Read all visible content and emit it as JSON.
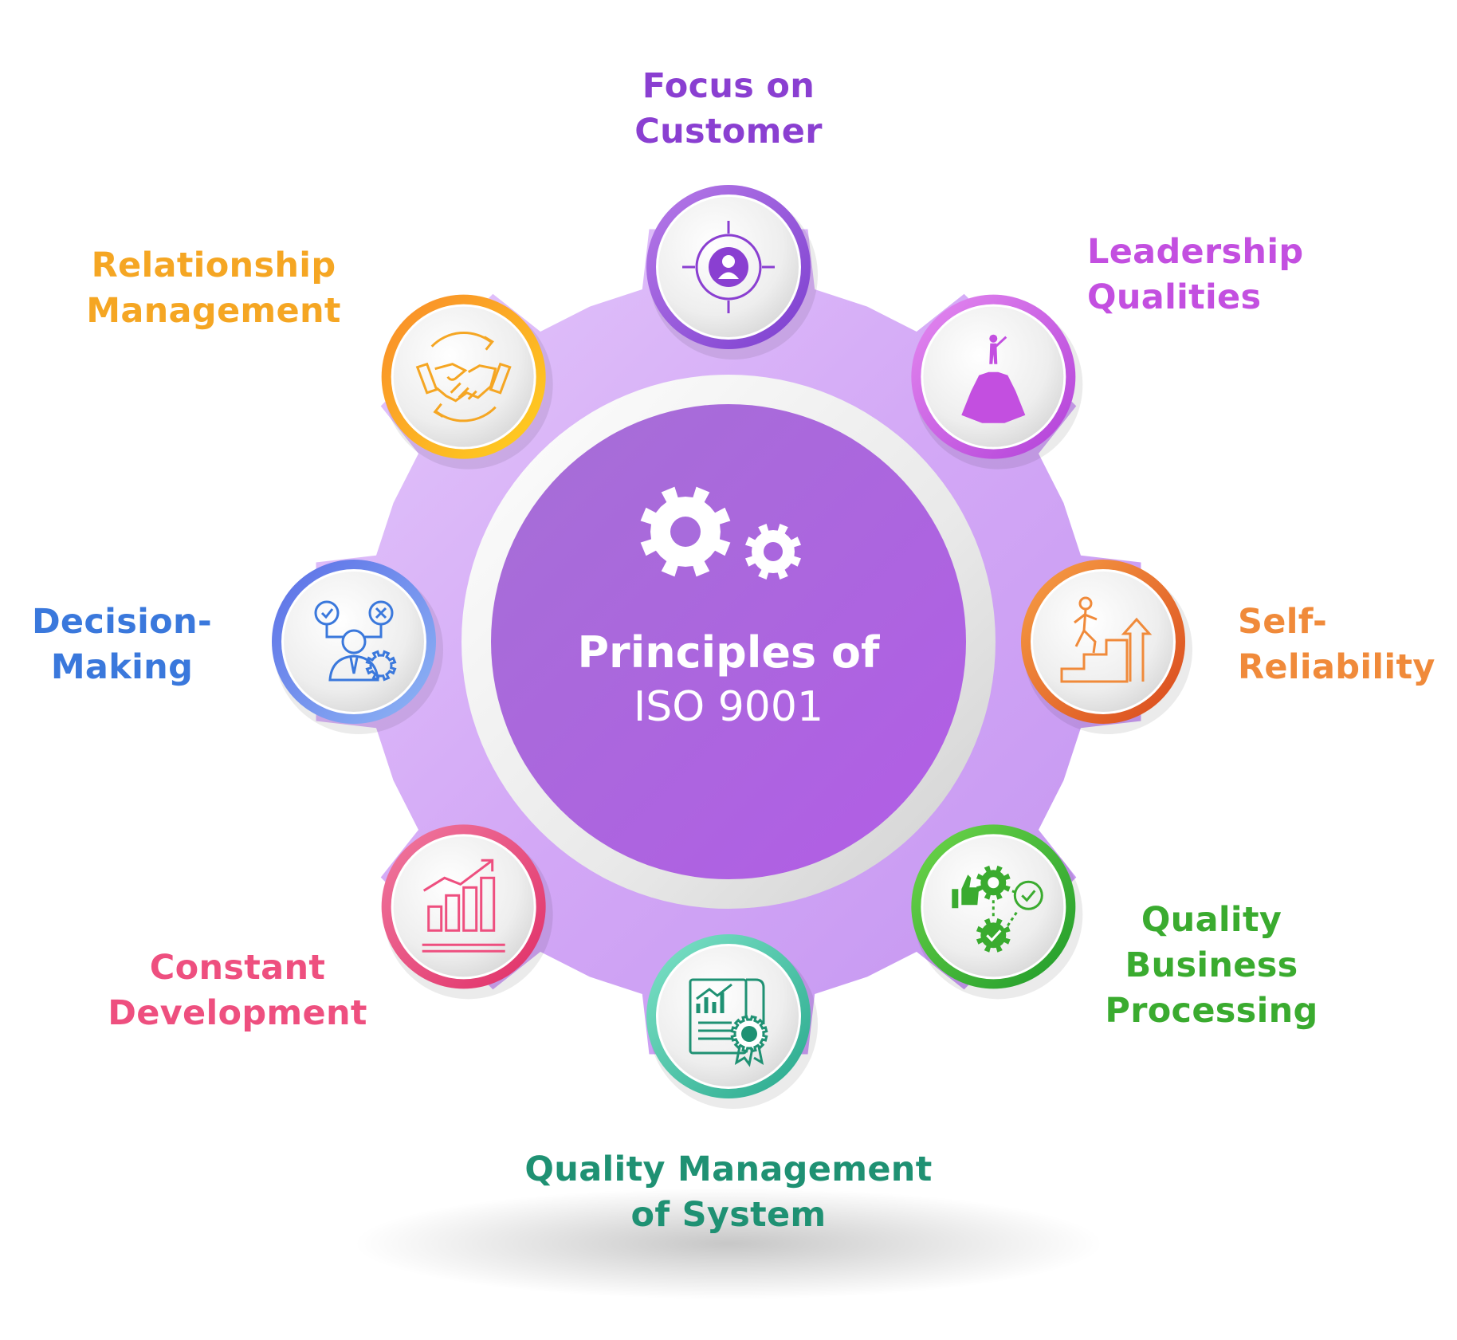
{
  "center": {
    "title_line1": "Principles of",
    "title_line2": "ISO 9001",
    "icon": "gears-icon"
  },
  "principles": [
    {
      "line1": "Focus on",
      "line2": "Customer",
      "color": "#8a3fd1",
      "icon": "target-user-icon"
    },
    {
      "line1": "Leadership",
      "line2": "Qualities",
      "color": "#c34fe0",
      "icon": "leader-peak-icon"
    },
    {
      "line1": "Self-",
      "line2": "Reliability",
      "color": "#f08a3a",
      "icon": "climbing-steps-icon"
    },
    {
      "line1": "Quality",
      "line2": "Business",
      "line3": "Processing",
      "color": "#3aab2f",
      "icon": "business-gears-icon"
    },
    {
      "line1": "Quality Management",
      "line2": "of System",
      "color": "#1f9173",
      "icon": "certified-report-icon"
    },
    {
      "line1": "Constant",
      "line2": "Development",
      "color": "#ee4f7f",
      "icon": "growth-chart-icon"
    },
    {
      "line1": "Decision-",
      "line2": "Making",
      "color": "#3a78dc",
      "icon": "decision-person-icon"
    },
    {
      "line1": "Relationship",
      "line2": "Management",
      "color": "#f5a623",
      "icon": "handshake-icon"
    }
  ]
}
